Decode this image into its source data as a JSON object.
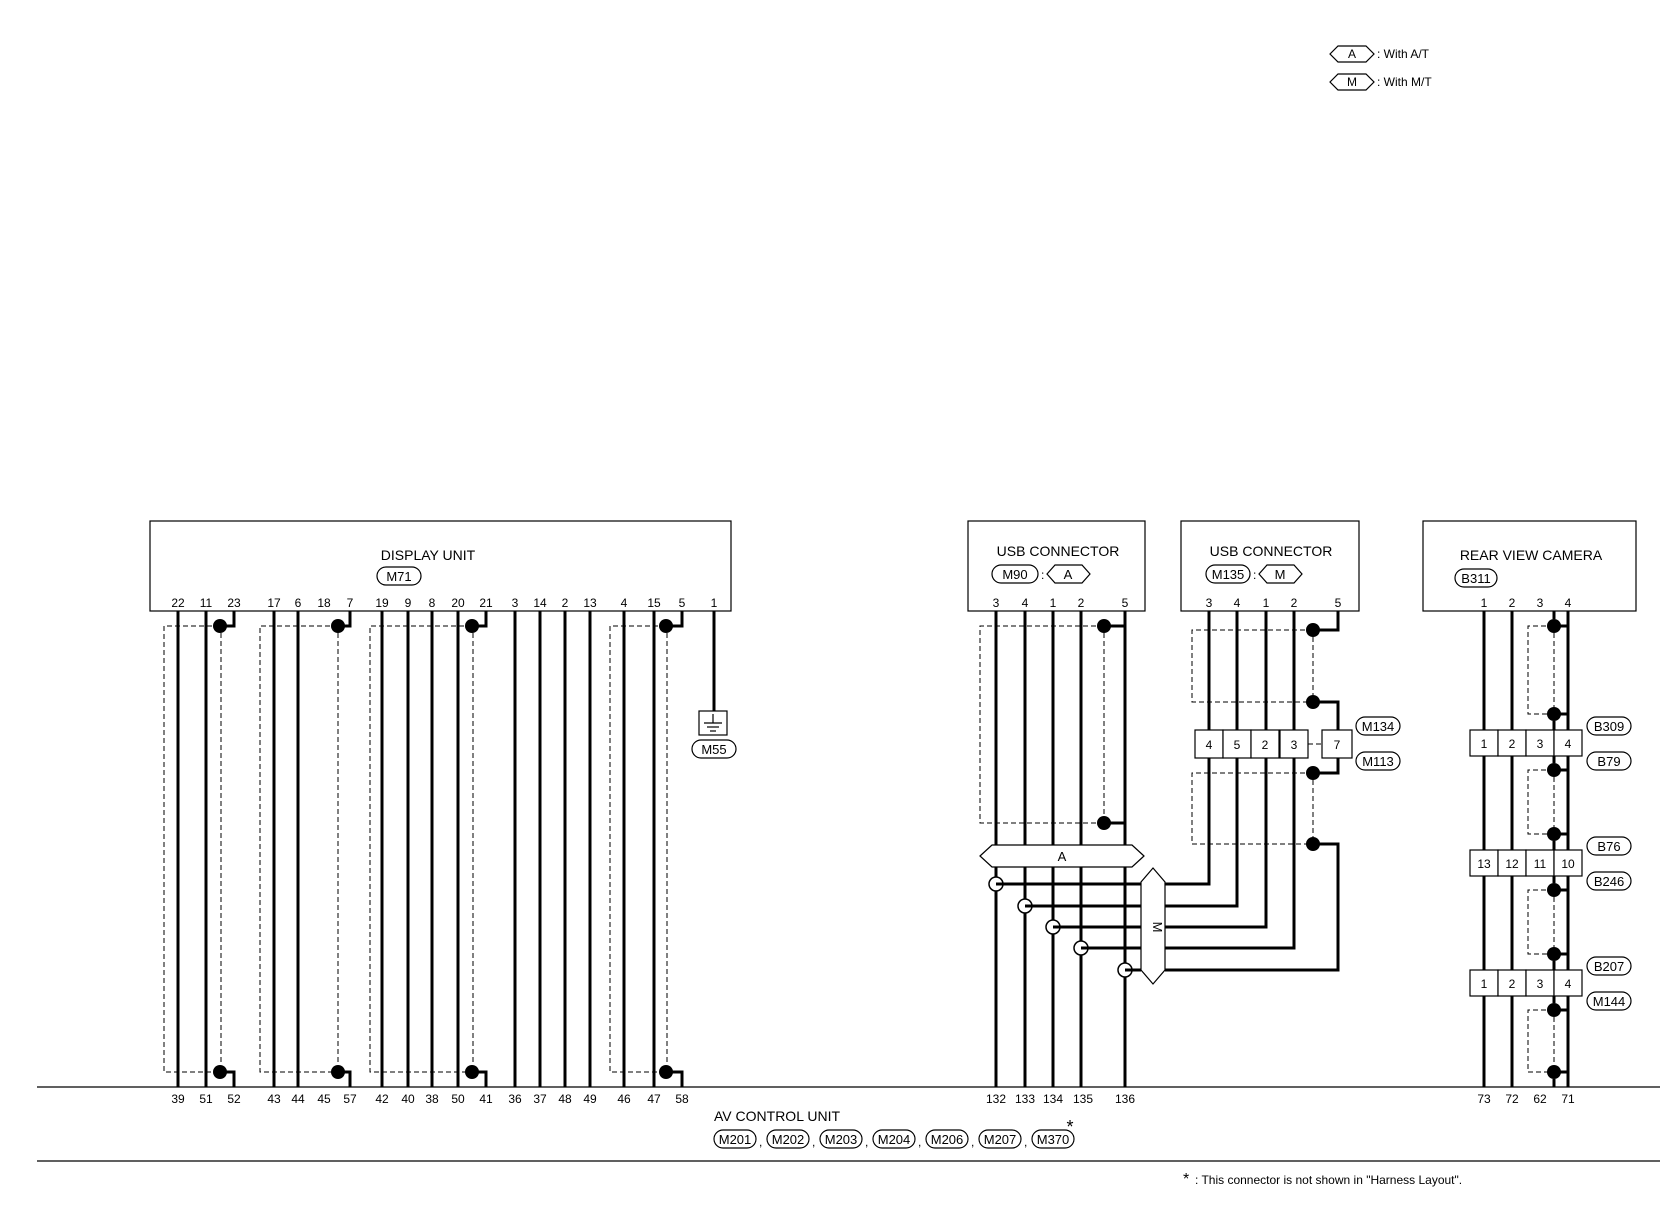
{
  "legend": [
    {
      "tag": "A",
      "text": ": With A/T"
    },
    {
      "tag": "M",
      "text": ": With M/T"
    }
  ],
  "display_unit": {
    "title": "DISPLAY UNIT",
    "connector": "M71",
    "top_pins": [
      "22",
      "11",
      "23",
      "17",
      "6",
      "18",
      "7",
      "19",
      "9",
      "8",
      "20",
      "21",
      "3",
      "14",
      "2",
      "13",
      "4",
      "15",
      "5",
      "1"
    ],
    "ground_connector": "M55"
  },
  "usb_connector_at": {
    "title": "USB CONNECTOR",
    "connector": "M90",
    "option": "A",
    "pins": [
      "3",
      "4",
      "1",
      "2",
      "5"
    ]
  },
  "usb_connector_mt": {
    "title": "USB CONNECTOR",
    "connector": "M135",
    "option": "M",
    "pins": [
      "3",
      "4",
      "1",
      "2",
      "5"
    ],
    "joint_pins": [
      "4",
      "5",
      "2",
      "3",
      "7"
    ],
    "joint_connector_top": "M134",
    "joint_connector_bottom": "M113"
  },
  "rear_camera": {
    "title": "REAR VIEW CAMERA",
    "connector": "B311",
    "pins": [
      "1",
      "2",
      "3",
      "4"
    ],
    "joint1": {
      "pins": [
        "1",
        "2",
        "3",
        "4"
      ],
      "top": "B309",
      "bottom": "B79"
    },
    "joint2": {
      "pins": [
        "13",
        "12",
        "11",
        "10"
      ],
      "top": "B76",
      "bottom": "B246"
    },
    "joint3": {
      "pins": [
        "1",
        "2",
        "3",
        "4"
      ],
      "top": "B207",
      "bottom": "M144"
    }
  },
  "harness_labels": {
    "at": "A",
    "mt": "M"
  },
  "av_control_unit": {
    "title": "AV CONTROL UNIT",
    "connectors": [
      "M201",
      "M202",
      "M203",
      "M204",
      "M206",
      "M207",
      "M370"
    ],
    "star": "*",
    "bottom_pins_display": [
      "39",
      "51",
      "52",
      "43",
      "44",
      "45",
      "57",
      "42",
      "40",
      "38",
      "50",
      "41",
      "36",
      "37",
      "48",
      "49",
      "46",
      "47",
      "58"
    ],
    "bottom_pins_usb": [
      "132",
      "133",
      "134",
      "135",
      "136"
    ],
    "bottom_pins_camera": [
      "73",
      "72",
      "62",
      "71"
    ]
  },
  "footnote": {
    "star": "*",
    "text": ": This connector is not shown in \"Harness Layout\"."
  }
}
